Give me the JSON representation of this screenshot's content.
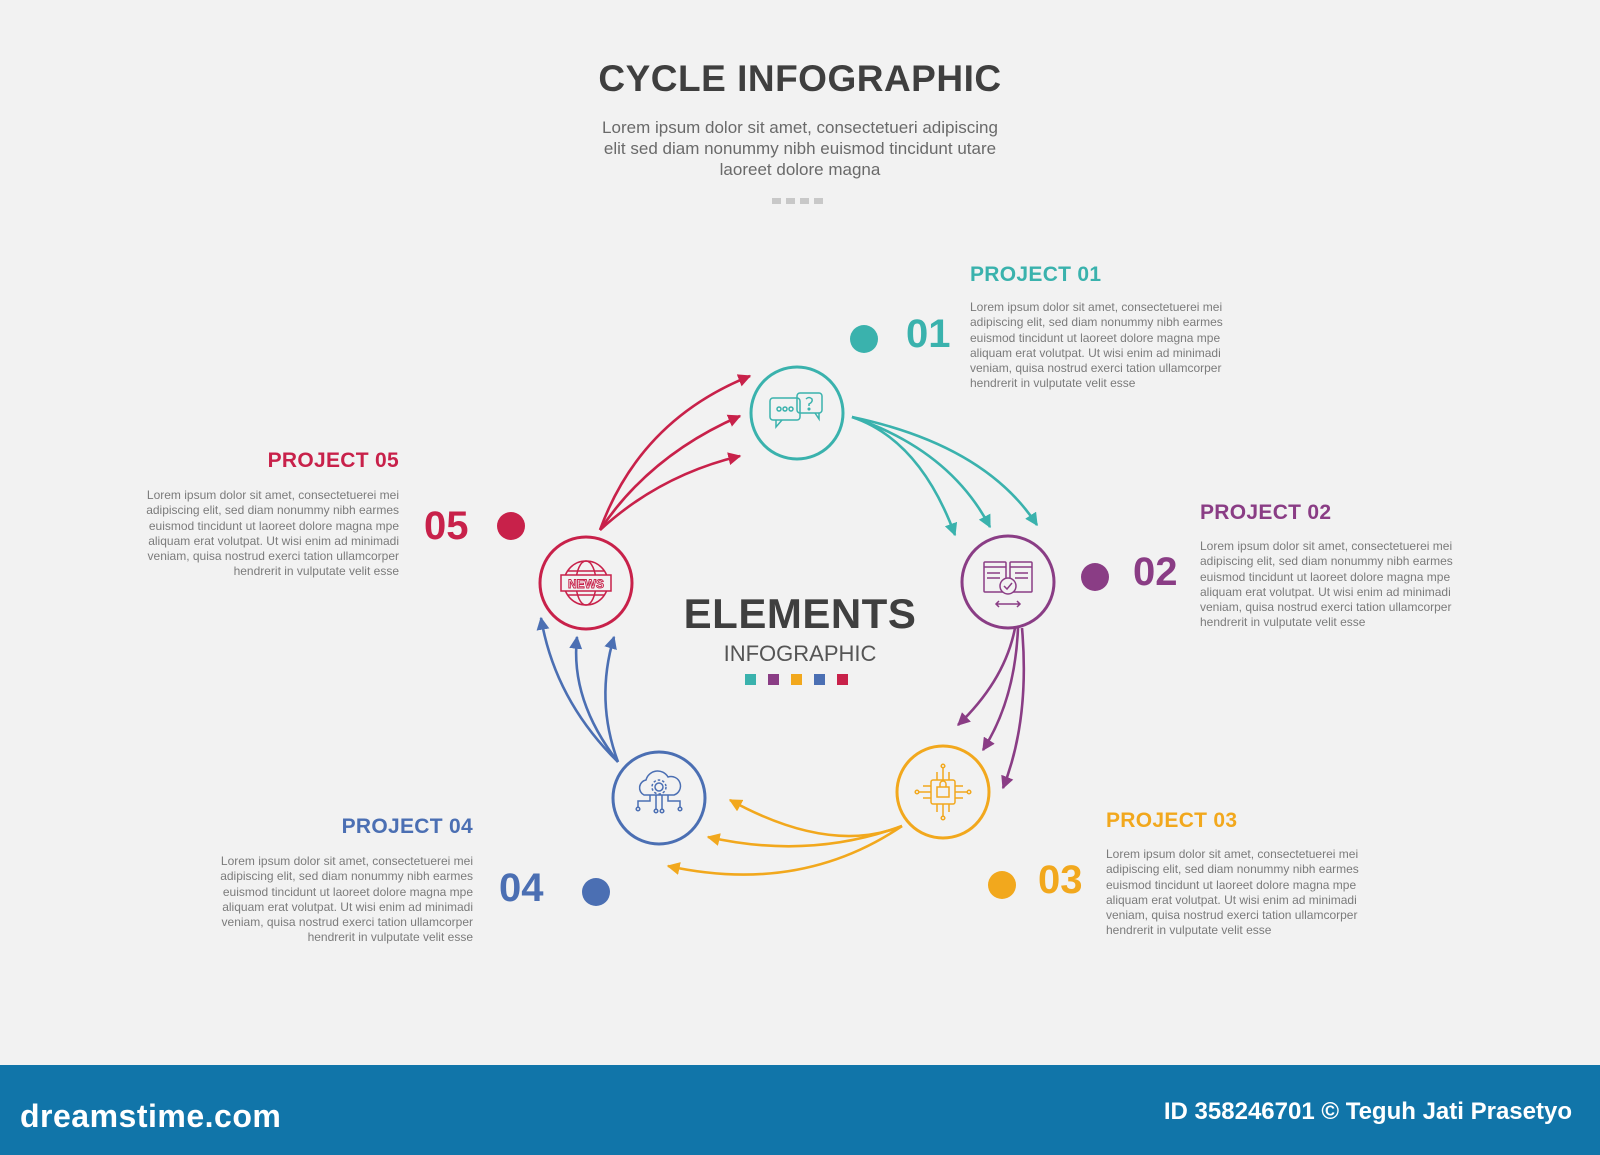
{
  "header": {
    "title": "CYCLE INFOGRAPHIC",
    "subtitle_lines": [
      "Lorem ipsum dolor sit amet, consectetueri adipiscing",
      "elit sed diam nonummy nibh euismod tincidunt utare",
      "laoreet dolore magna"
    ]
  },
  "center": {
    "title": "ELEMENTS",
    "subtitle": "INFOGRAPHIC"
  },
  "colors": {
    "p1": "#3ab2ad",
    "p2": "#8a3d85",
    "p3": "#f2a81d",
    "p4": "#4b6fb3",
    "p5": "#c8214a"
  },
  "projects": [
    {
      "title": "PROJECT 01",
      "number": "01",
      "icon": "chat-bubbles-icon",
      "desc_lines": [
        "Lorem ipsum dolor sit amet, consectetuerei mei",
        "adipiscing elit, sed diam nonummy nibh earmes",
        "euismod tincidunt ut laoreet dolore magna mpe",
        "aliquam erat volutpat. Ut wisi enim ad minimadi",
        "veniam, quisa nostrud exerci tation ullamcorper",
        "hendrerit in vulputate velit esse"
      ]
    },
    {
      "title": "PROJECT 02",
      "number": "02",
      "icon": "browser-windows-icon",
      "desc_lines": [
        "Lorem ipsum dolor sit amet, consectetuerei mei",
        "adipiscing elit, sed diam nonummy nibh earmes",
        "euismod tincidunt ut laoreet dolore magna mpe",
        "aliquam erat volutpat. Ut wisi enim ad minimadi",
        "veniam, quisa nostrud exerci tation ullamcorper",
        "hendrerit in vulputate velit esse"
      ]
    },
    {
      "title": "PROJECT 03",
      "number": "03",
      "icon": "circuit-chip-icon",
      "desc_lines": [
        "Lorem ipsum dolor sit amet, consectetuerei mei",
        "adipiscing elit, sed diam nonummy nibh earmes",
        "euismod tincidunt ut laoreet dolore magna mpe",
        "aliquam erat volutpat. Ut wisi enim ad minimadi",
        "veniam, quisa nostrud exerci tation ullamcorper",
        "hendrerit in vulputate velit esse"
      ]
    },
    {
      "title": "PROJECT 04",
      "number": "04",
      "icon": "cloud-gear-icon",
      "desc_lines": [
        "Lorem ipsum dolor sit amet, consectetuerei mei",
        "adipiscing elit, sed diam nonummy nibh earmes",
        "euismod tincidunt ut laoreet dolore magna mpe",
        "aliquam erat volutpat. Ut wisi enim ad minimadi",
        "veniam, quisa nostrud exerci tation ullamcorper",
        "hendrerit in vulputate velit esse"
      ]
    },
    {
      "title": "PROJECT 05",
      "number": "05",
      "icon": "globe-news-icon",
      "icon_text": "NEWS",
      "desc_lines": [
        "Lorem ipsum dolor sit amet, consectetuerei mei",
        "adipiscing elit, sed diam nonummy nibh earmes",
        "euismod tincidunt ut laoreet dolore magna mpe",
        "aliquam erat volutpat. Ut wisi enim ad minimadi",
        "veniam, quisa nostrud exerci tation ullamcorper",
        "hendrerit in vulputate velit esse"
      ]
    }
  ],
  "footer": {
    "logo": "dreamstime.com",
    "credit": "ID 358246701 © Teguh Jati Prasetyo"
  }
}
